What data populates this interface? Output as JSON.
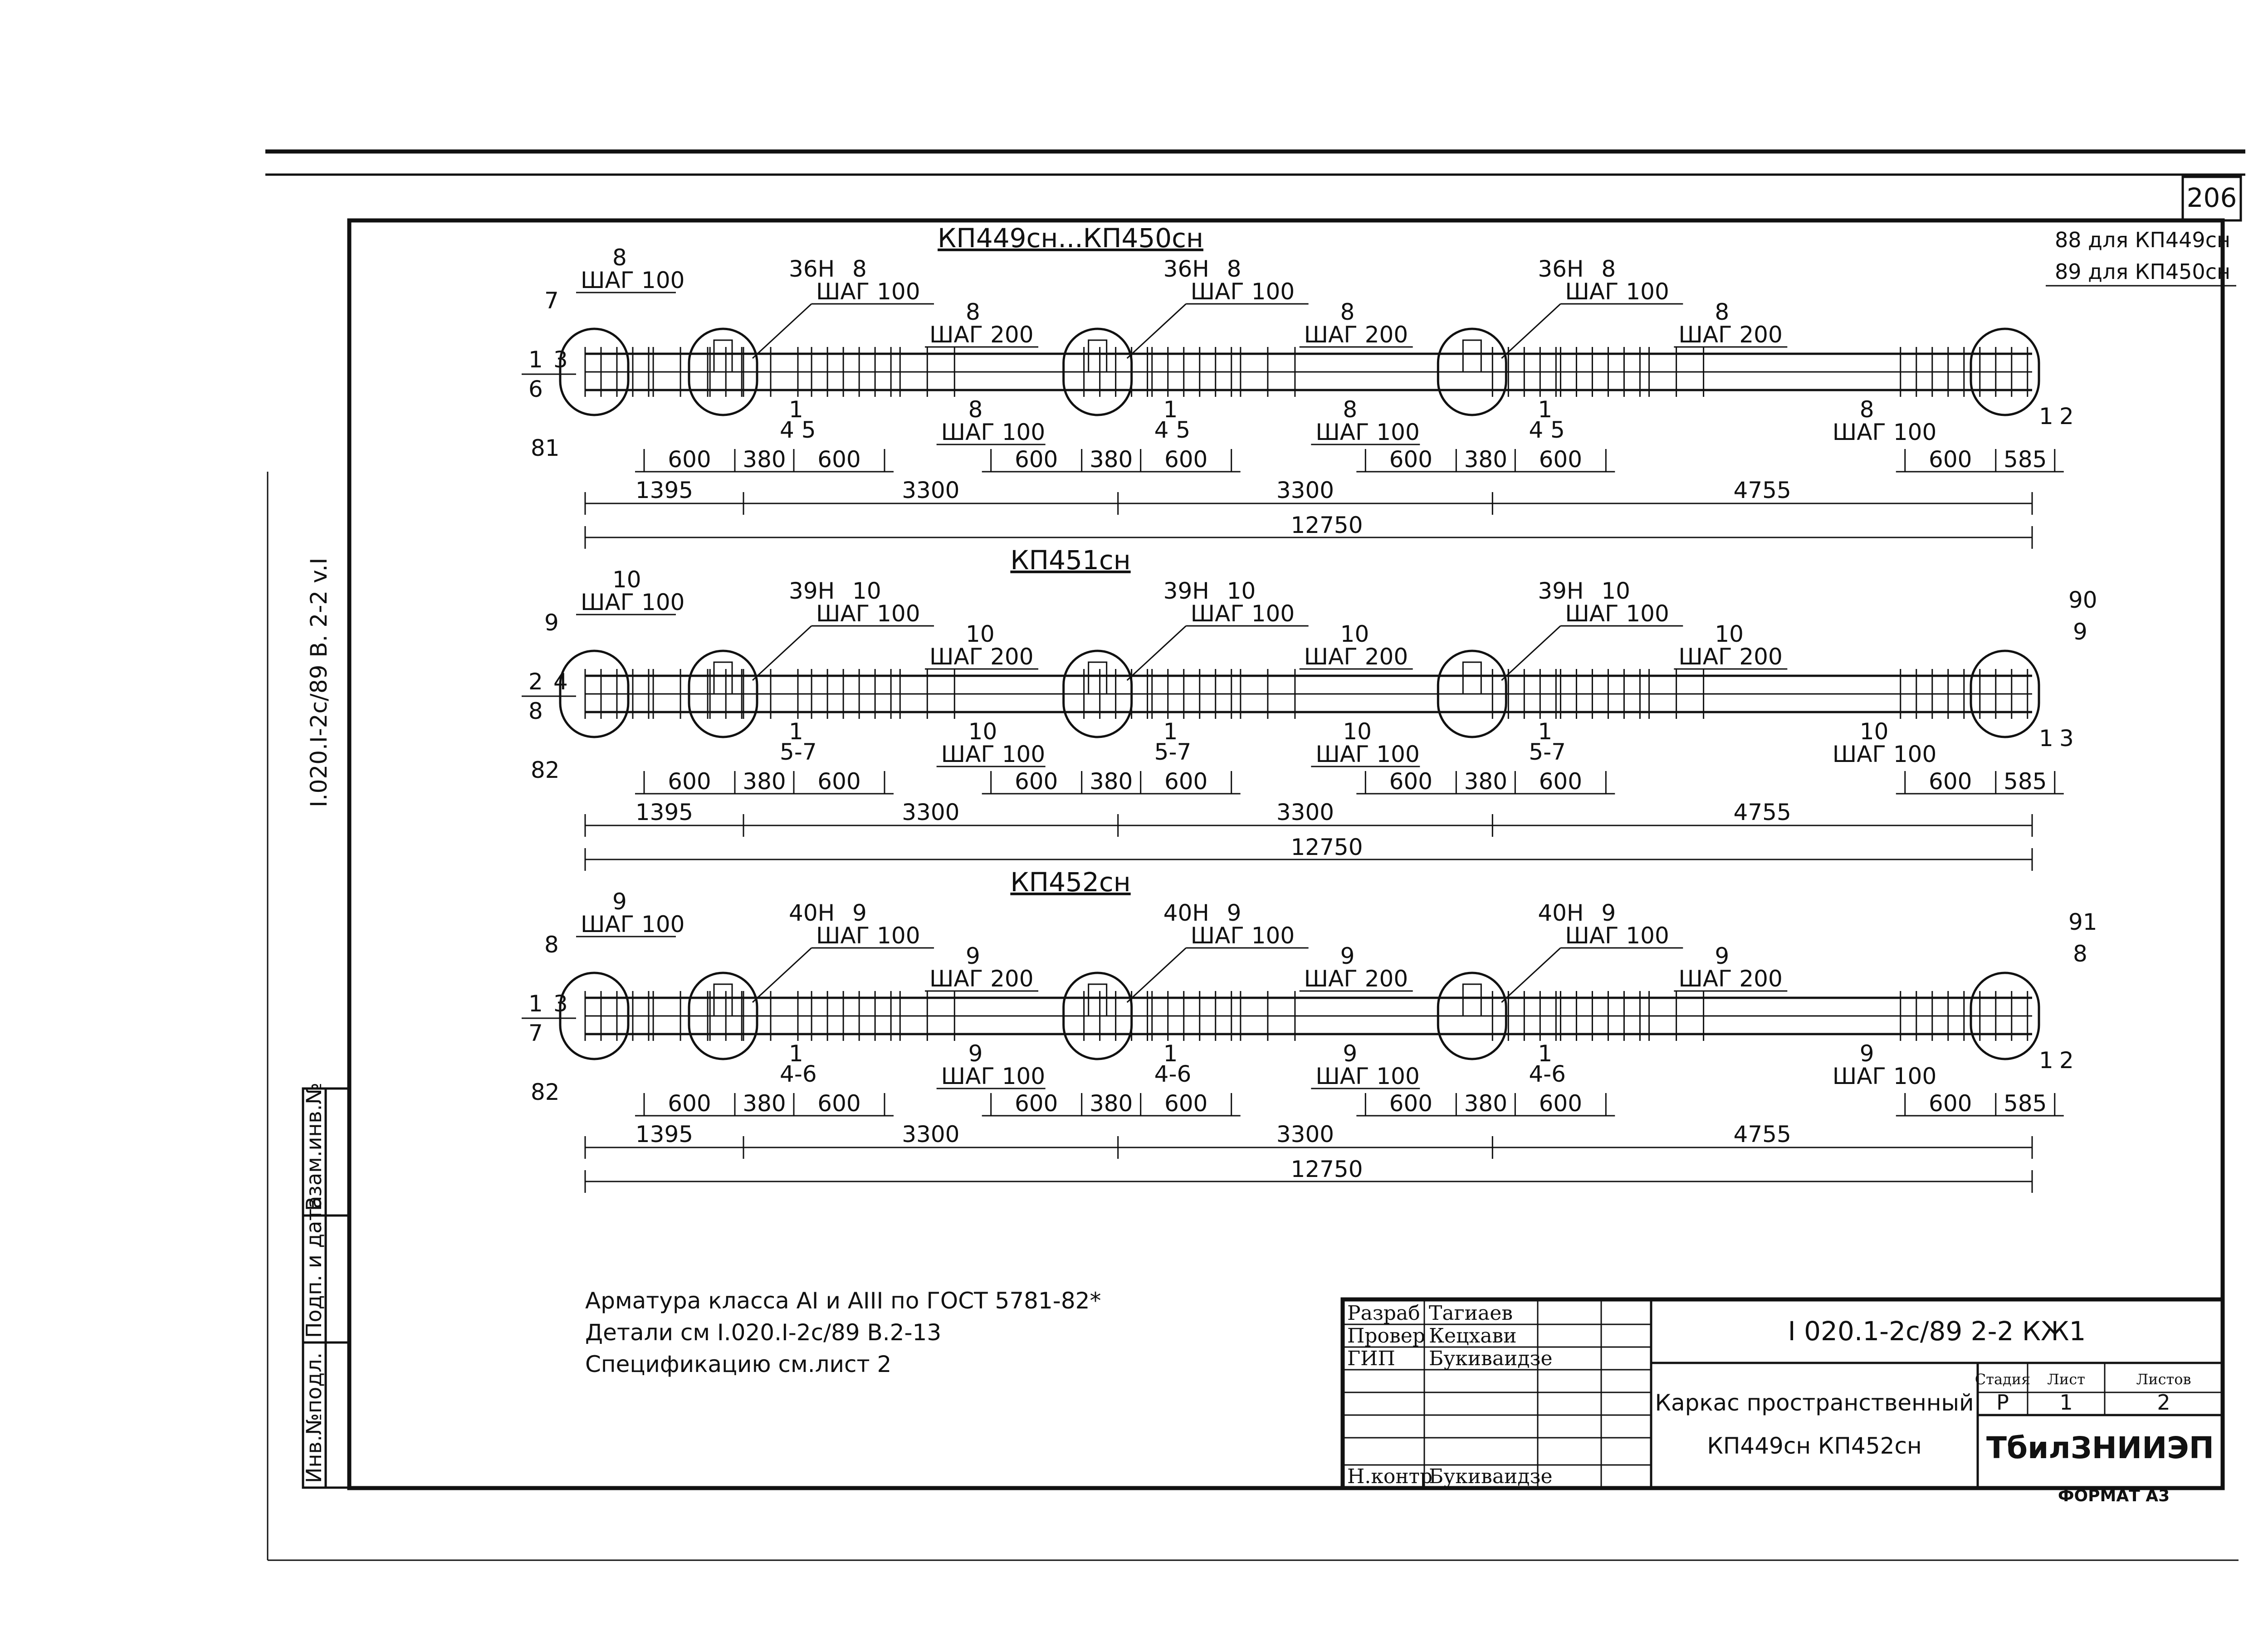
{
  "sheet_number": "206",
  "side_stamp": "I.020.I-2c/89 B. 2-2 v.I",
  "left_strip": [
    "Инв.№подл.",
    "Подп. и дата",
    "Взам.инв.№"
  ],
  "beams": [
    {
      "title": "КП449сн...КП450сн",
      "total": "12750",
      "segments": [
        "1395",
        "3300",
        "3300",
        "4755"
      ],
      "details": [
        "600",
        "380",
        "600",
        "600",
        "380",
        "600",
        "600",
        "380",
        "600",
        "600",
        "585"
      ],
      "bar_top": "8",
      "step_top": "ШАГ 100",
      "stirrup_mid": "36Н",
      "bar_mid": "8",
      "step_mid": "ШАГ 100",
      "bar_200": "8",
      "step_200": "ШАГ 200",
      "bar_low": "8",
      "step_low": "ШАГ 100",
      "mark_a": "1",
      "mark_b": "4 5",
      "end_left_top": "7",
      "end_left_a": "1",
      "end_left_b": "3",
      "end_left_c": "6",
      "end_left_bottom": "81",
      "end_right_a": "1",
      "end_right_b": "2",
      "end_note_1": "88 для КП449сн",
      "end_note_2": "89 для КП450сн"
    },
    {
      "title": "КП451сн",
      "total": "12750",
      "segments": [
        "1395",
        "3300",
        "3300",
        "4755"
      ],
      "details": [
        "600",
        "380",
        "600",
        "600",
        "380",
        "600",
        "600",
        "380",
        "600",
        "600",
        "585"
      ],
      "bar_top": "10",
      "step_top": "ШАГ 100",
      "stirrup_mid": "39Н",
      "bar_mid": "10",
      "step_mid": "ШАГ 100",
      "bar_200": "10",
      "step_200": "ШАГ 200",
      "bar_low": "10",
      "step_low": "ШАГ 100",
      "mark_a": "1",
      "mark_b": "5-7",
      "end_left_top": "9",
      "end_left_a": "2",
      "end_left_b": "4",
      "end_left_c": "8",
      "end_left_bottom": "82",
      "end_right_top": "90",
      "end_right_top2": "9",
      "end_right_a": "1",
      "end_right_b": "3"
    },
    {
      "title": "КП452сн",
      "total": "12750",
      "segments": [
        "1395",
        "3300",
        "3300",
        "4755"
      ],
      "details": [
        "600",
        "380",
        "600",
        "600",
        "380",
        "600",
        "600",
        "380",
        "600",
        "600",
        "585"
      ],
      "bar_top": "9",
      "step_top": "ШАГ 100",
      "stirrup_mid": "40Н",
      "bar_mid": "9",
      "step_mid": "ШАГ 100",
      "bar_200": "9",
      "step_200": "ШАГ 200",
      "bar_low": "9",
      "step_low": "ШАГ 100",
      "mark_a": "1",
      "mark_b": "4-6",
      "end_left_top": "8",
      "end_left_a": "1",
      "end_left_b": "3",
      "end_left_c": "7",
      "end_left_bottom": "82",
      "end_right_top": "91",
      "end_right_top2": "8",
      "end_right_a": "1",
      "end_right_b": "2"
    }
  ],
  "notes": [
    "Арматура класса АI и АIII по ГОСТ 5781-82*",
    "Детали см I.020.I-2с/89 В.2-13",
    "Спецификацию см.лист 2"
  ],
  "title_block": {
    "code": "I 020.1-2с/89 2-2 КЖ1",
    "name_1": "Каркас пространственный",
    "name_2": "КП449сн КП452сн",
    "org": "ТбилЗНИИЭП",
    "stage_label": "Стадия",
    "sheet_label": "Лист",
    "sheets_label": "Листов",
    "stage": "Р",
    "sheet": "1",
    "sheets": "2",
    "roles": [
      {
        "role": "Разраб",
        "name": "Тагиаев"
      },
      {
        "role": "Провер",
        "name": "Кецхави"
      },
      {
        "role": "ГИП",
        "name": "Букиваидзе"
      },
      {
        "role": "",
        "name": ""
      },
      {
        "role": "",
        "name": ""
      },
      {
        "role": "",
        "name": ""
      },
      {
        "role": "Н.контр",
        "name": "Букиваидзе"
      }
    ]
  },
  "format_label": "ФОРМАТ А3"
}
